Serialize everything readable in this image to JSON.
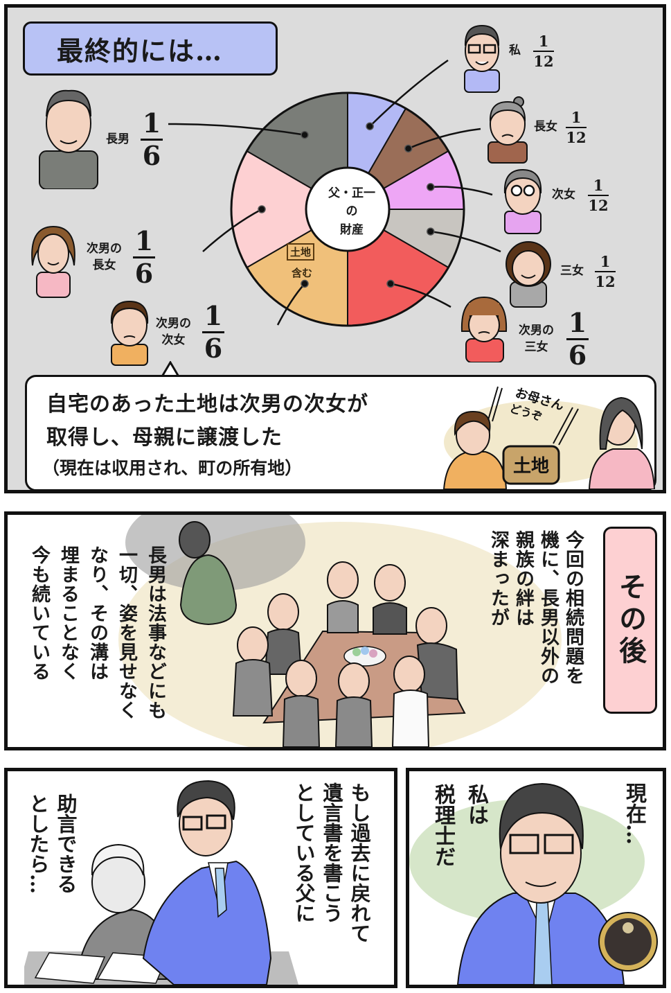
{
  "panel1": {
    "title": "最終的には…",
    "pie_center_label_lines": [
      "父・正一",
      "の",
      "財産"
    ],
    "land_tag": "土地",
    "land_tag_sub": "含む",
    "heirs": [
      {
        "id": "watashi",
        "label_lines": [
          "私"
        ],
        "numerator": "1",
        "denominator": "12",
        "color": "#b3b9f5"
      },
      {
        "id": "chojo",
        "label_lines": [
          "長女"
        ],
        "numerator": "1",
        "denominator": "12",
        "color": "#9a6e58"
      },
      {
        "id": "jijo",
        "label_lines": [
          "次女"
        ],
        "numerator": "1",
        "denominator": "12",
        "color": "#eea6f5"
      },
      {
        "id": "sanjo",
        "label_lines": [
          "三女"
        ],
        "numerator": "1",
        "denominator": "12",
        "color": "#c8c5c0"
      },
      {
        "id": "jinan-sanjo",
        "label_lines": [
          "次男の",
          "三女"
        ],
        "numerator": "1",
        "denominator": "6",
        "color": "#f25c5c"
      },
      {
        "id": "jinan-jijo",
        "label_lines": [
          "次男の",
          "次女"
        ],
        "numerator": "1",
        "denominator": "6",
        "color": "#f0c07a"
      },
      {
        "id": "jinan-chojo",
        "label_lines": [
          "次男の",
          "長女"
        ],
        "numerator": "1",
        "denominator": "6",
        "color": "#fdd0d2"
      },
      {
        "id": "chonan",
        "label_lines": [
          "長男"
        ],
        "numerator": "1",
        "denominator": "6",
        "color": "#7a7d78"
      }
    ],
    "caption_lines": [
      "自宅のあった土地は次男の次女が",
      "取得し、母親に譲渡した"
    ],
    "caption_sub": "（現在は収用され、町の所有地）",
    "illustration_sfx": "お母さん どうぞ",
    "illustration_sign": "土地"
  },
  "panel2": {
    "tag": "その後",
    "right_text_lines": [
      "今回の相続問題を",
      "機に、長男以外の",
      "親族の絆は",
      "深まったが"
    ],
    "left_text_lines": [
      "長男は法事などにも",
      "一切、姿を見せなく",
      "なり、その溝は",
      "埋まることなく",
      "今も続いている"
    ]
  },
  "panel3": {
    "right_text_lines": [
      "もし過去に戻れて",
      "遺言書を書こう",
      "としている父に"
    ],
    "left_text_lines": [
      "助言できる",
      "としたら…"
    ]
  },
  "panel4": {
    "right_text_lines": [
      "現在…"
    ],
    "left_text_lines": [
      "私は",
      "税理士だ"
    ]
  },
  "colors": {
    "panel1_bg": "#dcdcdc",
    "title_bg": "#b8c2f5",
    "tag_bg": "#fdd0d2",
    "suit_blue": "#6f82f0"
  }
}
